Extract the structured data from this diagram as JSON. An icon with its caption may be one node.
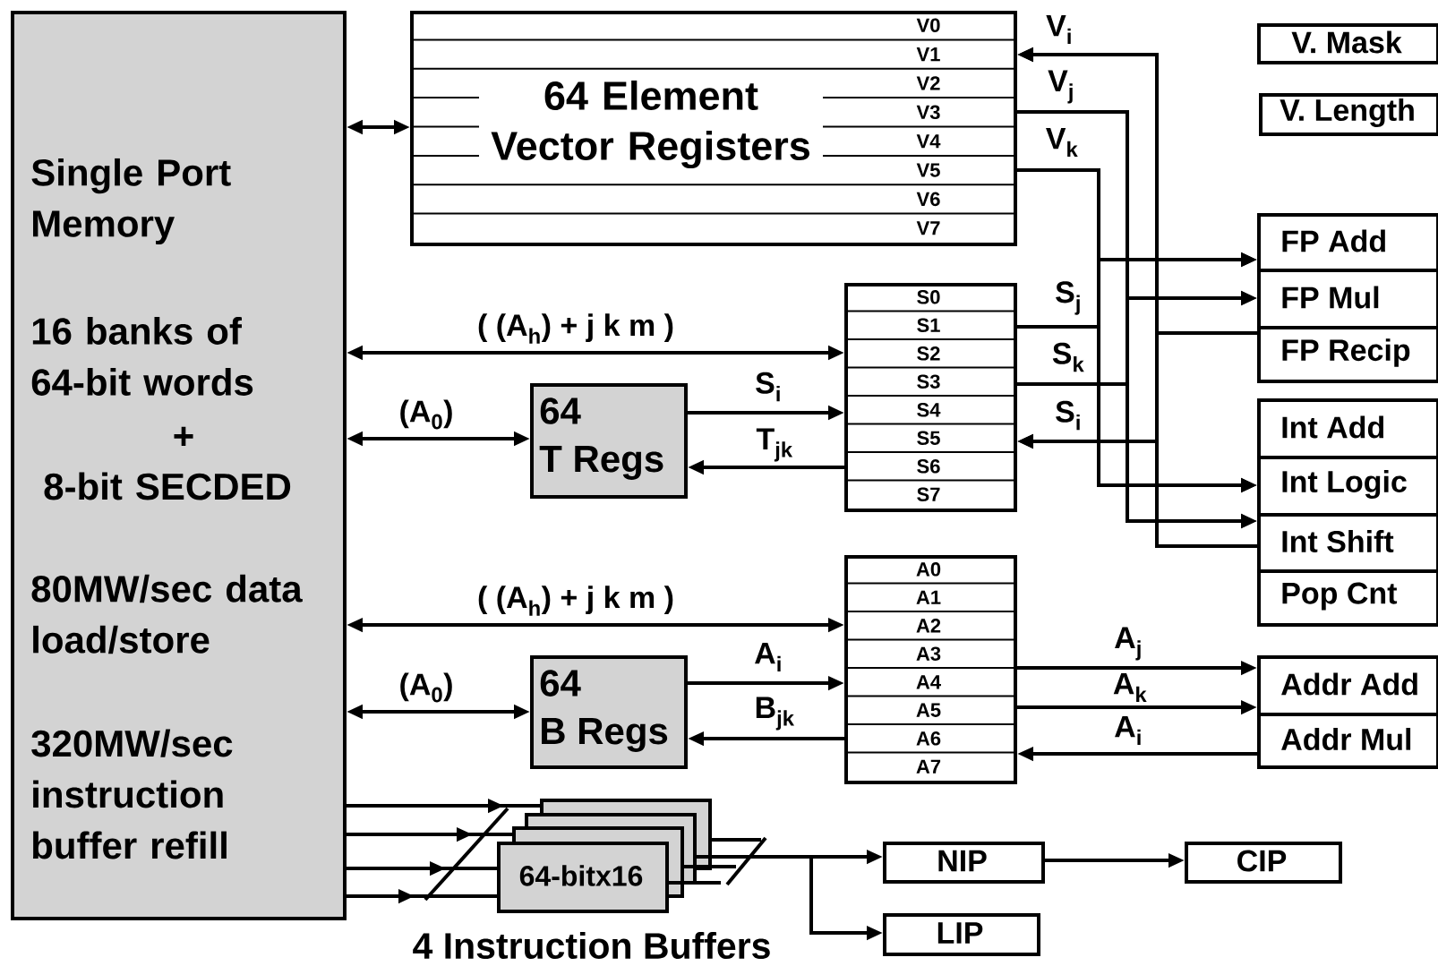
{
  "diagram": {
    "nodes": [
      {
        "text": [
          "Single Port Memory",
          "16 banks of 64-bit words",
          "+",
          "8-bit SECDED",
          "80MW/sec data load/store",
          "320MW/sec instruction buffer refill"
        ]
      },
      {
        "text": [
          "64 Element Vector Registers",
          "V0",
          "V1",
          "V2",
          "V3",
          "V4",
          "V5",
          "V6",
          "V7"
        ]
      },
      {
        "text": [
          "V. Mask"
        ]
      },
      {
        "text": [
          "V. Length"
        ]
      },
      {
        "text": [
          "FP Add"
        ]
      },
      {
        "text": [
          "FP Mul"
        ]
      },
      {
        "text": [
          "FP Recip"
        ]
      },
      {
        "text": [
          "Int Add"
        ]
      },
      {
        "text": [
          "Int Logic"
        ]
      },
      {
        "text": [
          "Int Shift"
        ]
      },
      {
        "text": [
          "Pop Cnt"
        ]
      },
      {
        "text": [
          "S0",
          "S1",
          "S2",
          "S3",
          "S4",
          "S5",
          "S6",
          "S7"
        ]
      },
      {
        "text": [
          "64",
          "T Regs"
        ]
      },
      {
        "text": [
          "A0",
          "A1",
          "A2",
          "A3",
          "A4",
          "A5",
          "A6",
          "A7"
        ]
      },
      {
        "text": [
          "64",
          "B Regs"
        ]
      },
      {
        "text": [
          "Addr Add"
        ]
      },
      {
        "text": [
          "Addr Mul"
        ]
      },
      {
        "text": [
          "64-bitx16"
        ],
        "beside": [
          "4 Instruction Buffers"
        ]
      },
      {
        "text": [
          "NIP"
        ]
      },
      {
        "text": [
          "CIP"
        ]
      },
      {
        "text": [
          "LIP"
        ]
      }
    ],
    "edges": [
      {
        "from": 0,
        "to": 1,
        "arrow": "both"
      },
      {
        "from": 0,
        "to": 11,
        "arrow": "both",
        "label": "( (A$_{h}$) + j k m )"
      },
      {
        "from": 0,
        "to": 12,
        "arrow": "both",
        "label": "(A$_{0}$)"
      },
      {
        "from": 12,
        "to": 11,
        "arrow": "to",
        "label": "S$_{i}$"
      },
      {
        "from": 11,
        "to": 12,
        "arrow": "to",
        "label": "T$_{jk}$"
      },
      {
        "from": 0,
        "to": 13,
        "arrow": "both",
        "label": "( (A$_{h}$) + j k m )"
      },
      {
        "from": 0,
        "to": 14,
        "arrow": "both",
        "label": "(A$_{0}$)"
      },
      {
        "from": 14,
        "to": 13,
        "arrow": "to",
        "label": "A$_{i}$"
      },
      {
        "from": 13,
        "to": 14,
        "arrow": "to",
        "label": "B$_{jk}$"
      },
      {
        "from": 1,
        "to": 4,
        "arrow": "to",
        "label": "V$_{k}$"
      },
      {
        "from": 1,
        "to": 8,
        "arrow": "to"
      },
      {
        "from": 1,
        "to": 5,
        "arrow": "to",
        "label": "V$_{j}$"
      },
      {
        "from": 1,
        "to": 9,
        "arrow": "to"
      },
      {
        "from": 11,
        "to": 4,
        "arrow": "to",
        "label": "S$_{j}$"
      },
      {
        "from": 11,
        "to": 8,
        "arrow": "to"
      },
      {
        "from": 11,
        "to": 5,
        "arrow": "to",
        "label": "S$_{k}$"
      },
      {
        "from": 11,
        "to": 9,
        "arrow": "to"
      },
      {
        "from": 6,
        "to": 1,
        "arrow": "to",
        "label": "V$_{i}$"
      },
      {
        "from": 9,
        "to": 1,
        "arrow": "to"
      },
      {
        "from": 6,
        "to": 11,
        "arrow": "to",
        "label": "S$_{i}$"
      },
      {
        "from": 9,
        "to": 11,
        "arrow": "to"
      },
      {
        "from": 13,
        "to": 15,
        "arrow": "to",
        "label": "A$_{j}$"
      },
      {
        "from": 13,
        "to": 15,
        "arrow": "to",
        "label": "A$_{k}$"
      },
      {
        "from": 16,
        "to": 13,
        "arrow": "to",
        "label": "A$_{i}$"
      },
      {
        "from": 0,
        "to": 17,
        "arrow": "to"
      },
      {
        "from": 0,
        "to": 17,
        "arrow": "to"
      },
      {
        "from": 0,
        "to": 17,
        "arrow": "to"
      },
      {
        "from": 0,
        "to": 17,
        "arrow": "to"
      },
      {
        "from": 17,
        "to": 18,
        "arrow": "to"
      },
      {
        "from": 17,
        "to": 20,
        "arrow": "to"
      },
      {
        "from": 18,
        "to": 19,
        "arrow": "to"
      }
    ]
  }
}
